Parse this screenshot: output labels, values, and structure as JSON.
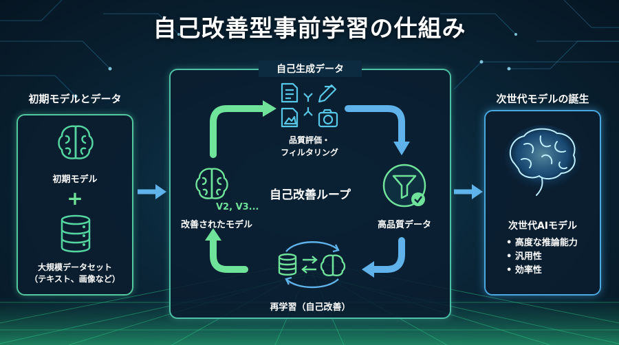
{
  "title": "自己改善型事前学習の仕組み",
  "left": {
    "heading": "初期モデルとデータ",
    "model_label": "初期モデル",
    "plus": "+",
    "dataset_label_line1": "大規模データセット",
    "dataset_label_line2": "（テキスト、画像など）"
  },
  "center": {
    "tag": "自己生成データ",
    "filter_label_line1": "品質評価・",
    "filter_label_line2": "フィルタリング",
    "loop_label": "自己改善ループ",
    "version_label": "V2, V3...",
    "improved_model_label": "改善されたモデル",
    "quality_data_label": "高品質データ",
    "retrain_label": "再学習（自己改善）"
  },
  "right": {
    "heading": "次世代モデルの誕生",
    "model_label": "次世代AIモデル",
    "features": [
      "高度な推論能力",
      "汎用性",
      "効率性"
    ]
  },
  "colors": {
    "green": "#6fe39a",
    "blue": "#5fb3ea",
    "teal": "#4ec1a6",
    "brain_glow": "#4fc3f7"
  },
  "icons": {
    "left_model": "brain-icon",
    "left_data": "database-icon",
    "generated": [
      "document-icon",
      "edit-icon",
      "image-file-icon",
      "camera-icon"
    ],
    "filter": "funnel-check-icon",
    "retrain": "database-brain-sync-icon",
    "improved": "brain-icon",
    "next": "glowing-brain-icon"
  }
}
